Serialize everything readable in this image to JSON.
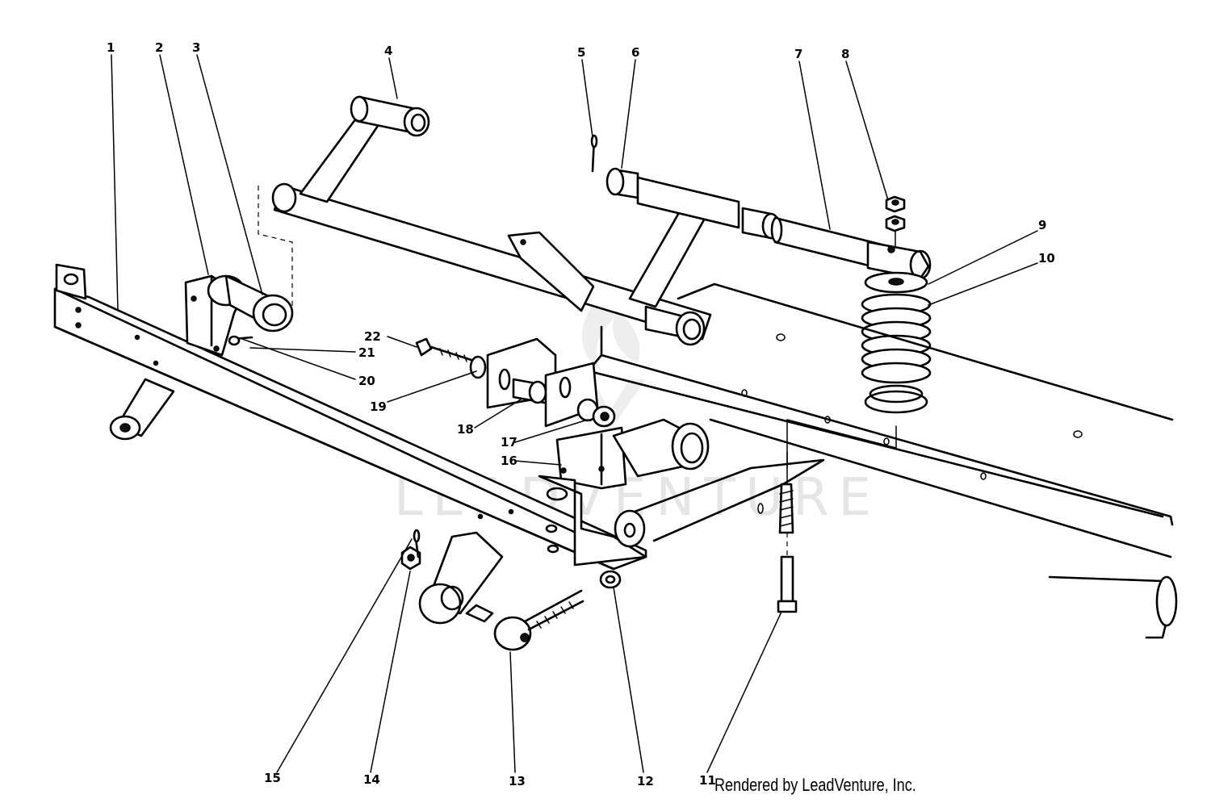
{
  "diagram": {
    "callouts": [
      "1",
      "2",
      "3",
      "4",
      "5",
      "6",
      "7",
      "8",
      "9",
      "10",
      "11",
      "12",
      "13",
      "14",
      "15",
      "16",
      "17",
      "18",
      "19",
      "20",
      "21",
      "22"
    ],
    "watermark": "LEADVENTURE",
    "credit": "Rendered by LeadVenture, Inc."
  }
}
